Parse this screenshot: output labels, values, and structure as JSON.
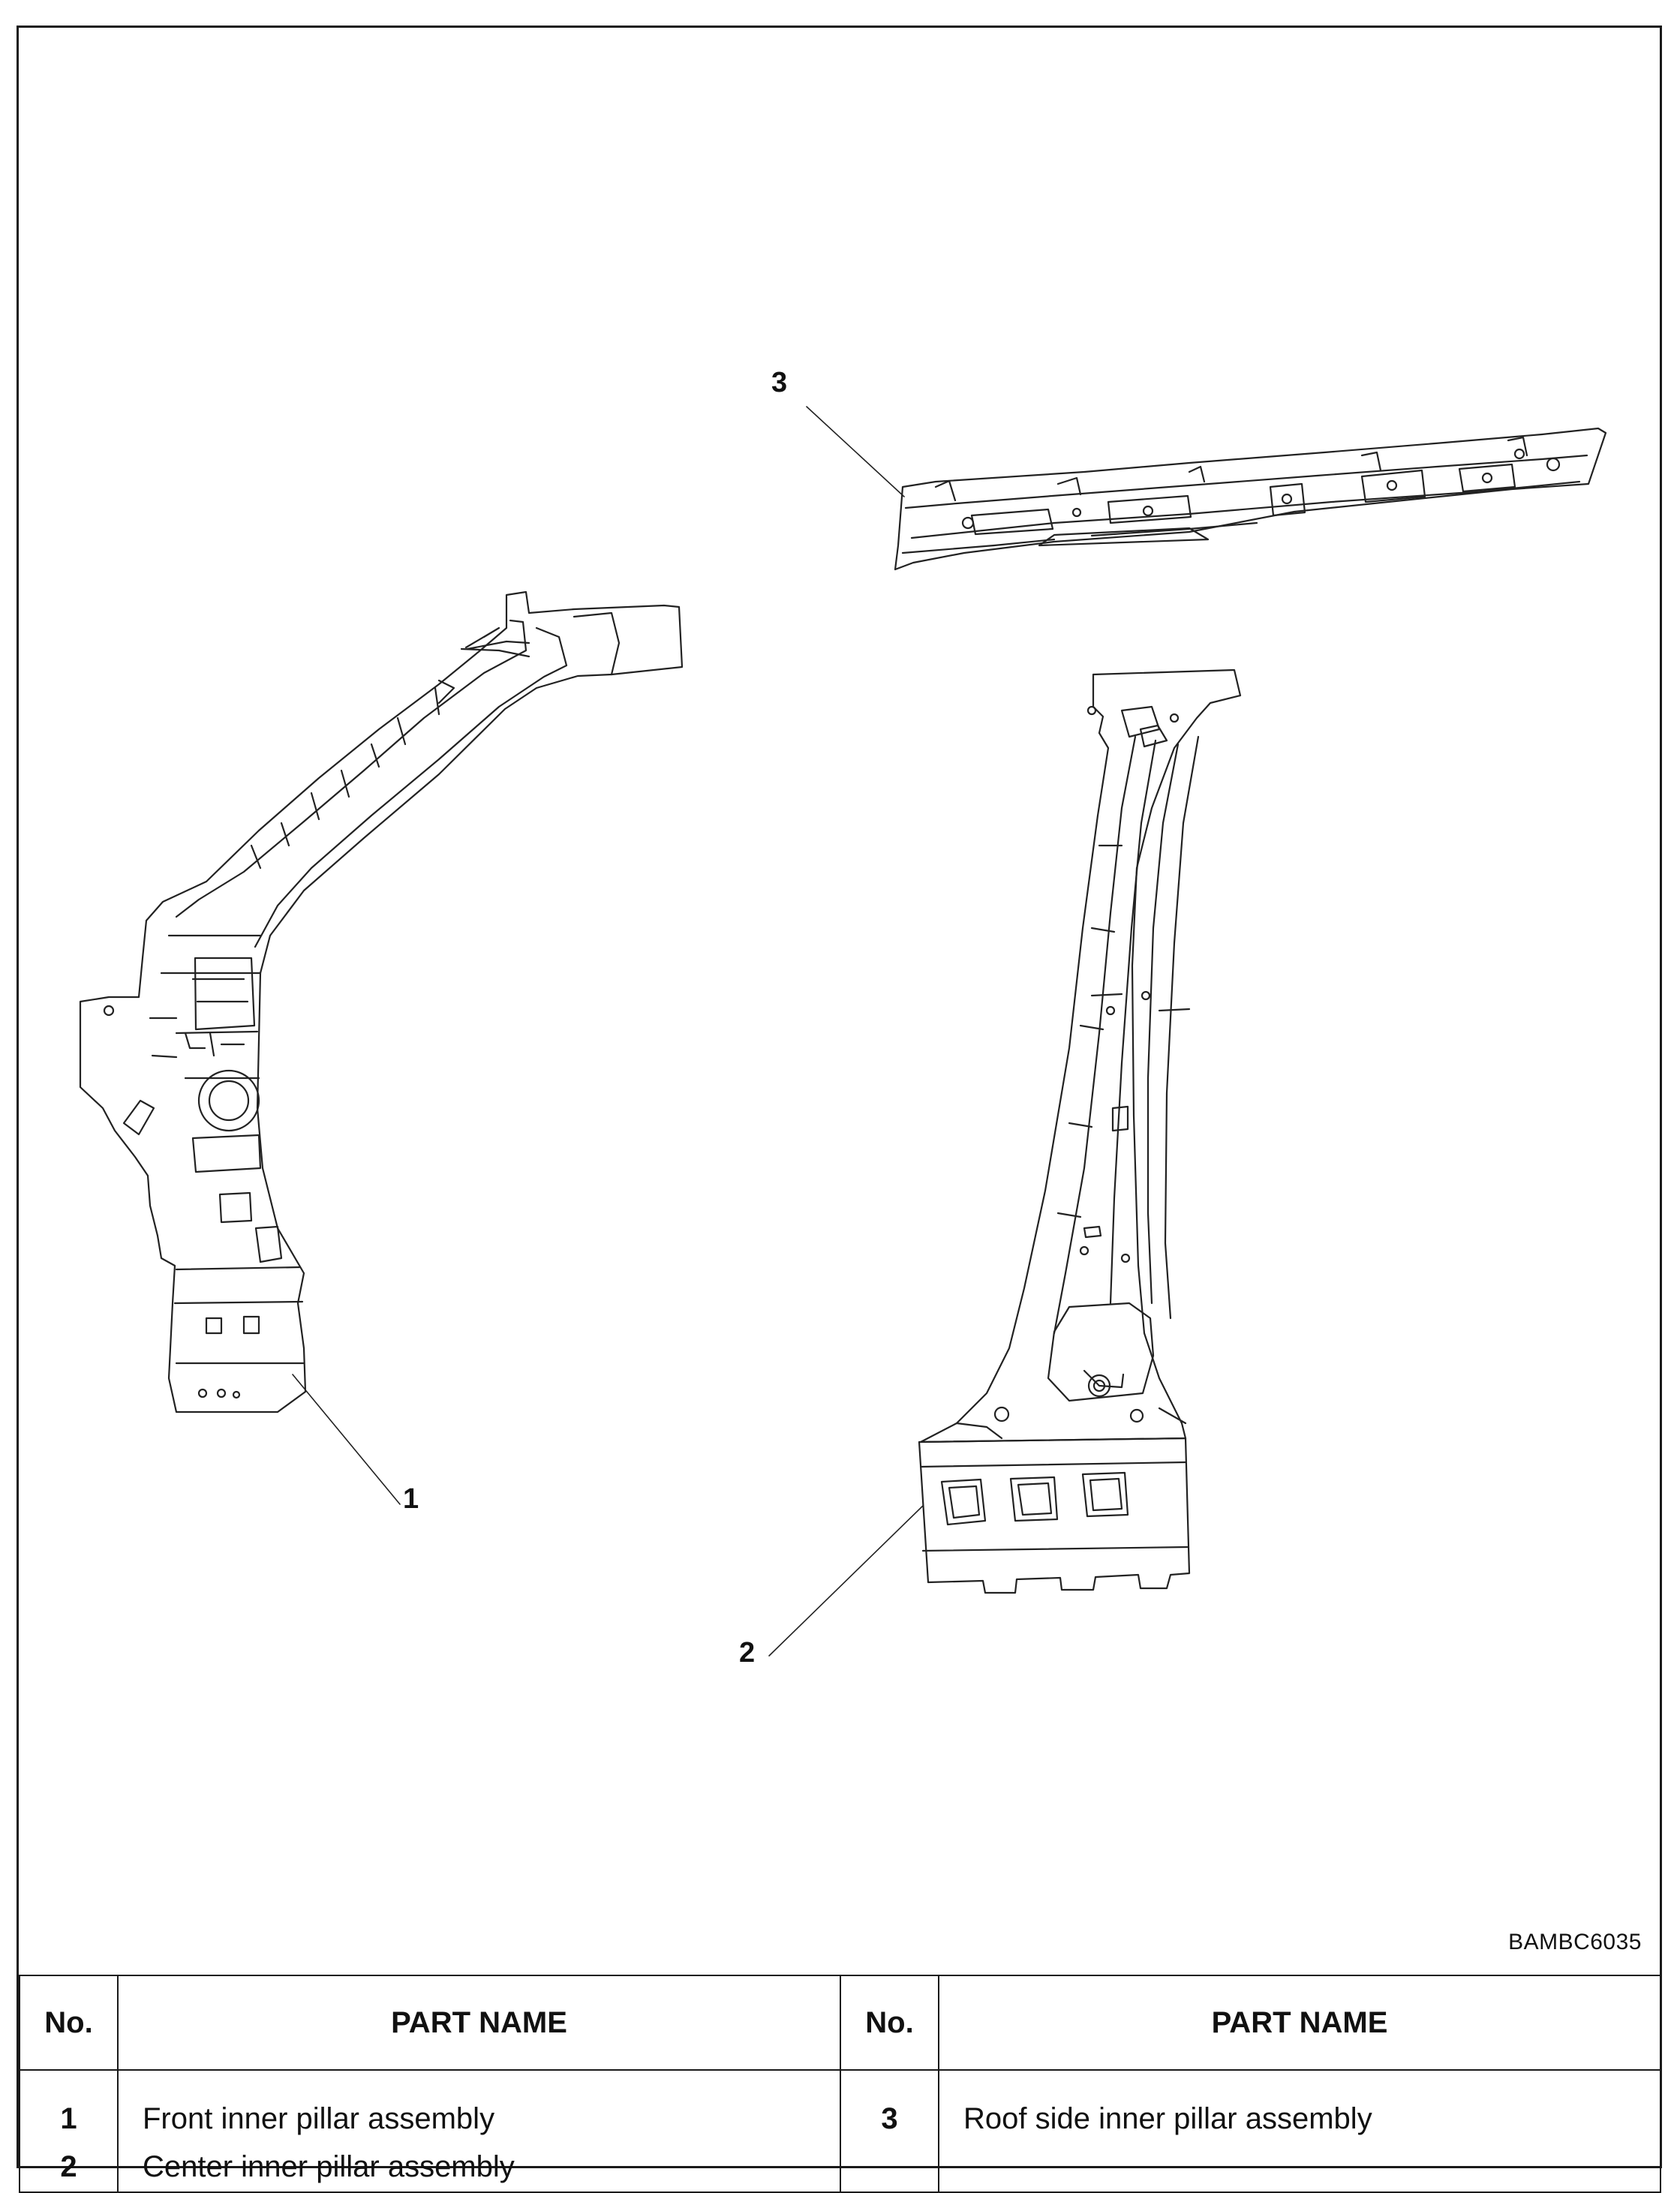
{
  "drawing_code": "BAMBC6035",
  "callouts": {
    "c1": "1",
    "c2": "2",
    "c3": "3"
  },
  "table": {
    "headers": [
      "No.",
      "PART NAME",
      "No.",
      "PART NAME"
    ],
    "left": [
      {
        "no": "1",
        "name": "Front inner pillar assembly"
      },
      {
        "no": "2",
        "name": "Center inner pillar assembly"
      }
    ],
    "right": [
      {
        "no": "3",
        "name": "Roof side inner pillar assembly"
      }
    ]
  },
  "parts_icons": [
    "front-inner-pillar-drawing",
    "center-inner-pillar-drawing",
    "roof-side-inner-pillar-drawing"
  ]
}
